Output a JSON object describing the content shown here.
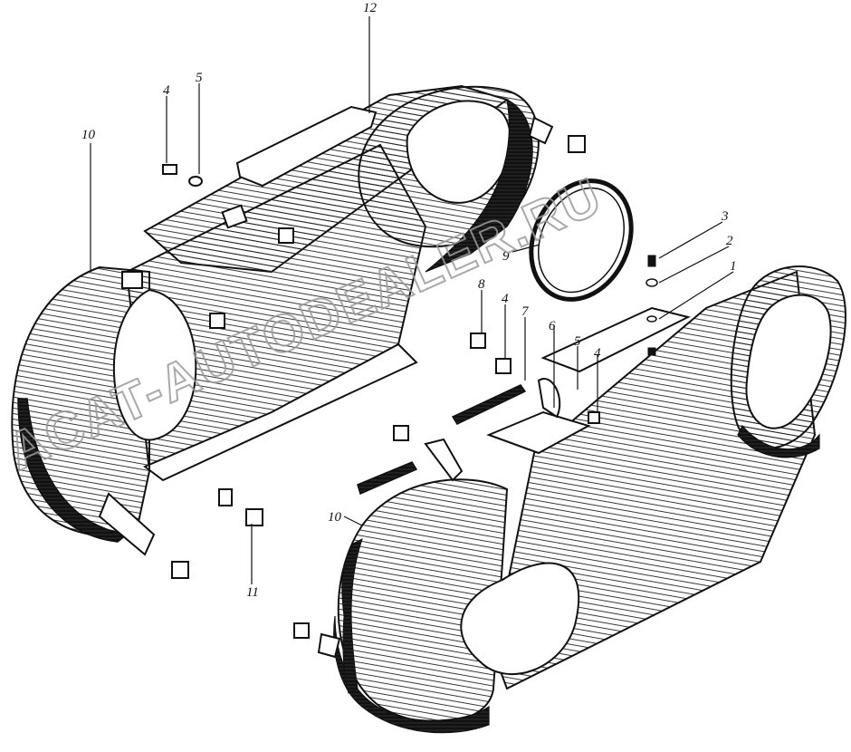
{
  "callouts": {
    "c12": "12",
    "c10a": "10",
    "c4a": "4",
    "c5a": "5",
    "c3": "3",
    "c2": "2",
    "c1": "1",
    "c9": "9",
    "c8": "8",
    "c4b": "4",
    "c7": "7",
    "c6": "6",
    "c5b": "5",
    "c4c": "4",
    "c10b": "10",
    "c11": "11"
  },
  "watermark": "ACAT-AUTODEALER.RU",
  "colors": {
    "ink": "#111111",
    "shade": "#1a1a1a",
    "paper": "#ffffff",
    "watermark_stroke": "#9a9a9a"
  },
  "parts": {
    "left_cover_icon": "belt-guard-cover-left",
    "right_cover_icon": "belt-guard-cover-right",
    "gasket_icon": "ring-gasket"
  }
}
